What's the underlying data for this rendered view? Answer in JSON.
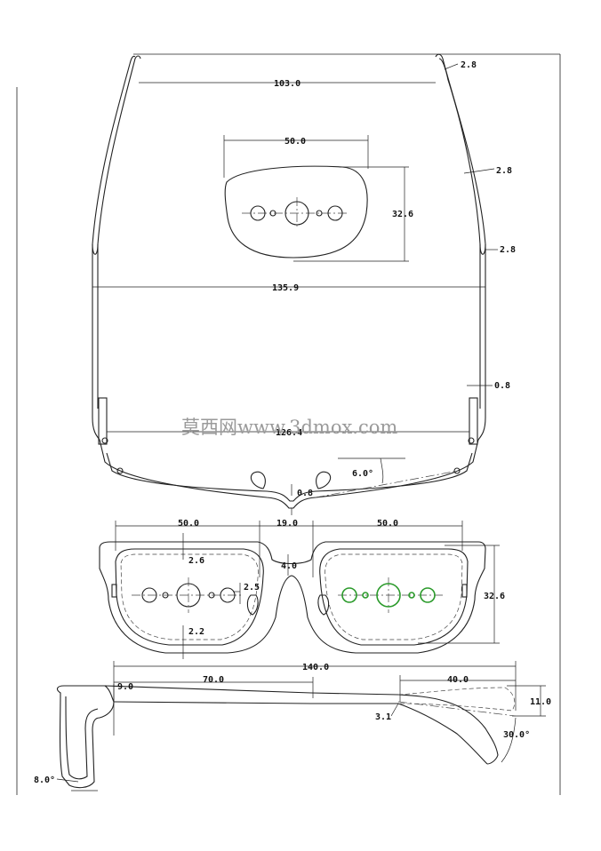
{
  "watermark": "莫西网www.3dmox.com",
  "top_view": {
    "temple_span": "103.0",
    "temple_thickness_tip": "2.8",
    "temple_thickness_mid": "2.8",
    "temple_thickness_end": "2.8",
    "lens_width": "50.0",
    "lens_height": "32.6",
    "overall_width": "135.9",
    "hinge_thickness": "0.8",
    "hinge_span": "126.4",
    "face_angle": "6.0°",
    "bridge_thickness": "0.8"
  },
  "front_view": {
    "left_lens_width": "50.0",
    "bridge_width": "19.0",
    "right_lens_width": "50.0",
    "rim_top": "2.6",
    "bridge_height": "4.0",
    "nose_pad_offset": "2.5",
    "lens_height": "32.6",
    "rim_bottom": "2.2"
  },
  "side_view": {
    "temple_length": "140.0",
    "hinge_offset": "9.0",
    "front_section": "70.0",
    "pad_length": "40.0",
    "pad_height": "11.0",
    "arm_offset": "3.1",
    "pad_angle": "30.0°",
    "pantoscopic_angle": "8.0°"
  },
  "colors": {
    "line": "#222222",
    "highlight_lens": "#2a9a2a",
    "watermark": "#9a9a9a"
  }
}
